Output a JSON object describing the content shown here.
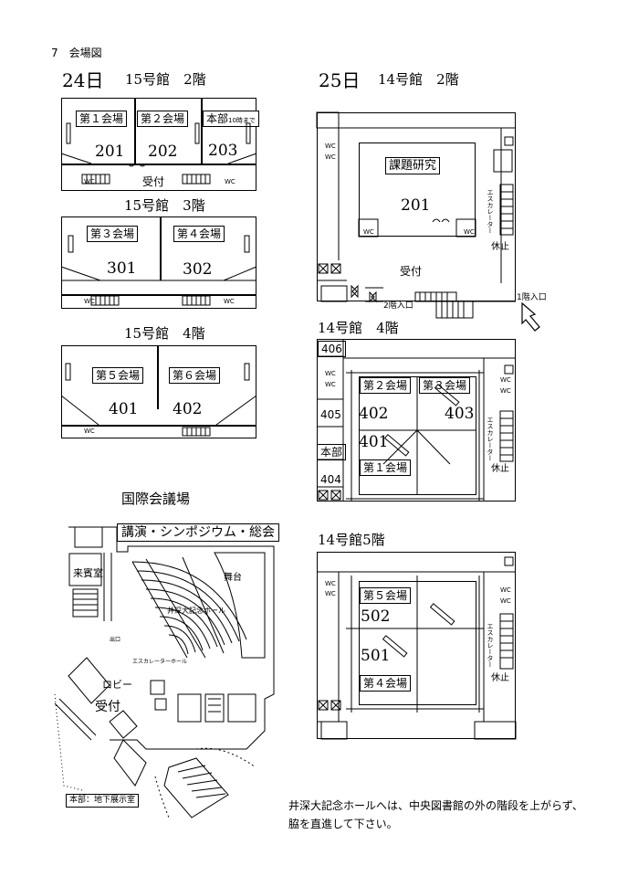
{
  "heading": "7　会場図",
  "day24": {
    "date": "24日",
    "floor2": {
      "title": "15号館　2階",
      "rooms": [
        "第１会場",
        "第２会場",
        "本部"
      ],
      "hq_note": "10時まで",
      "numbers": [
        "201",
        "202",
        "203"
      ],
      "reception": "受付"
    },
    "floor3": {
      "title": "15号館　3階",
      "rooms": [
        "第３会場",
        "第４会場"
      ],
      "numbers": [
        "301",
        "302"
      ]
    },
    "floor4": {
      "title": "15号館　4階",
      "rooms": [
        "第５会場",
        "第６会場"
      ],
      "numbers": [
        "401",
        "402"
      ]
    }
  },
  "day25": {
    "date": "25日",
    "floor2": {
      "title": "14号館　2階",
      "room": "課題研究",
      "number": "201",
      "reception": "受付",
      "escalator": "エスカレーター",
      "rest": "休止",
      "entrance1": "1階入口",
      "entrance2": "2階入口"
    },
    "floor4": {
      "title": "14号館　4階",
      "rooms": [
        "第２会場",
        "第３会場",
        "第１会場"
      ],
      "numbers": [
        "402",
        "403",
        "401"
      ],
      "side": [
        "406",
        "405",
        "本部",
        "404"
      ],
      "escalator": "エスカレーター",
      "rest": "休止"
    },
    "floor5": {
      "title": "14号館5階",
      "rooms": [
        "第５会場",
        "第４会場"
      ],
      "numbers": [
        "502",
        "501"
      ],
      "escalator": "エスカレーター",
      "rest": "休止"
    }
  },
  "hall": {
    "title": "国際会議場",
    "banner": "講演・シンポジウム・総会",
    "vip": "来賓室",
    "stage": "舞台",
    "hall_name": "井深大記念ホール",
    "lobby": "ロビー",
    "reception": "受付",
    "hq": "本部：地下展示室",
    "escalator_hall": "エスカレーターホール",
    "printed_sign": "出口"
  },
  "wc": "WC",
  "note": "井深大記念ホールへは、中央図書館の外の階段を上がらず、脇を直進して下さい。"
}
